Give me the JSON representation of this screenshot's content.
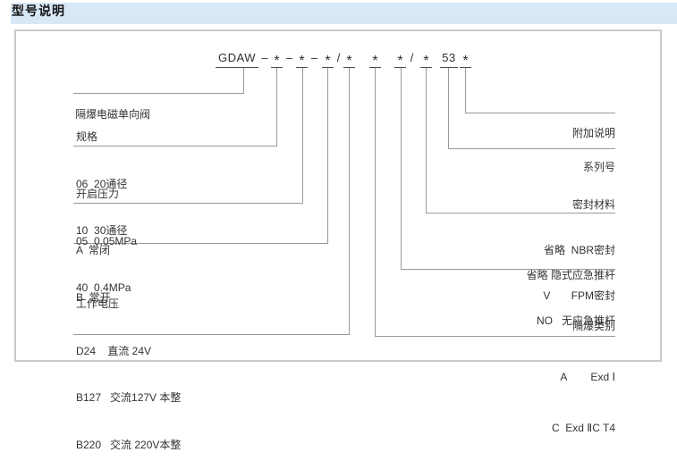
{
  "header": {
    "title": "型号说明"
  },
  "code": {
    "segments": [
      "GDAW",
      "–",
      "*",
      "–",
      "*",
      "–",
      "*",
      "/",
      "*",
      "*",
      "*",
      "/",
      "*",
      "53",
      "*"
    ]
  },
  "left_groups": [
    {
      "name": "product",
      "lines": [
        "隔爆电磁单向阀"
      ]
    },
    {
      "name": "spec",
      "lines": [
        "规格",
        "06  20通径",
        "10  30通径"
      ]
    },
    {
      "name": "pressure",
      "lines": [
        "开启压力",
        "05  0.05MPa",
        "40  0.4MPa"
      ]
    },
    {
      "name": "state",
      "lines": [
        "A  常闭",
        "B  常开"
      ]
    },
    {
      "name": "voltage",
      "lines": [
        "工作电压",
        "D24    直流 24V",
        "B127   交流127V 本整",
        "B220   交流 220V本整"
      ]
    }
  ],
  "right_groups": [
    {
      "name": "additional",
      "lines": [
        "附加说明"
      ]
    },
    {
      "name": "series",
      "lines": [
        "系列号"
      ]
    },
    {
      "name": "seal",
      "lines": [
        "密封材料",
        "省略  NBR密封",
        "V       FPM密封"
      ]
    },
    {
      "name": "pushrod",
      "lines": [
        "省略 隐式应急推杆",
        "NO   无应急推杆"
      ]
    },
    {
      "name": "exd",
      "lines": [
        "隔爆类别",
        "A        Exd Ⅰ",
        "C  Exd ⅡC T4"
      ]
    }
  ],
  "colors": {
    "header_bg": "#d9e8f6",
    "connector_line": "#9a9a9a",
    "text": "#333333",
    "code_underline": "#4a4a4a",
    "frame_border": "#c9c9c9"
  }
}
